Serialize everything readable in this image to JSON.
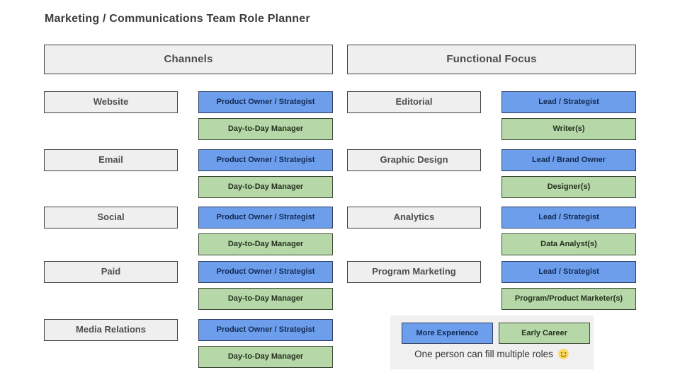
{
  "title": "Marketing / Communications Team Role Planner",
  "colors": {
    "experienced_blue": "#6d9eeb",
    "early_career_green": "#b6d7a8",
    "label_grey": "#efefef",
    "legend_panel_grey": "#f0f0f0"
  },
  "channels": {
    "header": "Channels",
    "rows": [
      {
        "label": "Website",
        "primary": "Product Owner / Strategist",
        "secondary": "Day-to-Day Manager"
      },
      {
        "label": "Email",
        "primary": "Product Owner / Strategist",
        "secondary": "Day-to-Day Manager"
      },
      {
        "label": "Social",
        "primary": "Product Owner / Strategist",
        "secondary": "Day-to-Day Manager"
      },
      {
        "label": "Paid",
        "primary": "Product Owner / Strategist",
        "secondary": "Day-to-Day Manager"
      },
      {
        "label": "Media Relations",
        "primary": "Product Owner / Strategist",
        "secondary": "Day-to-Day Manager"
      }
    ]
  },
  "functional_focus": {
    "header": "Functional Focus",
    "rows": [
      {
        "label": "Editorial",
        "primary": "Lead / Strategist",
        "secondary": "Writer(s)"
      },
      {
        "label": "Graphic Design",
        "primary": "Lead / Brand Owner",
        "secondary": "Designer(s)"
      },
      {
        "label": "Analytics",
        "primary": "Lead / Strategist",
        "secondary": "Data Analyst(s)"
      },
      {
        "label": "Program Marketing",
        "primary": "Lead / Strategist",
        "secondary": "Program/Product Marketer(s)"
      }
    ]
  },
  "legend": {
    "more_experience": "More Experience",
    "early_career": "Early Career",
    "note": "One person can fill multiple roles",
    "smiley_icon": "slightly-smiling-face"
  }
}
